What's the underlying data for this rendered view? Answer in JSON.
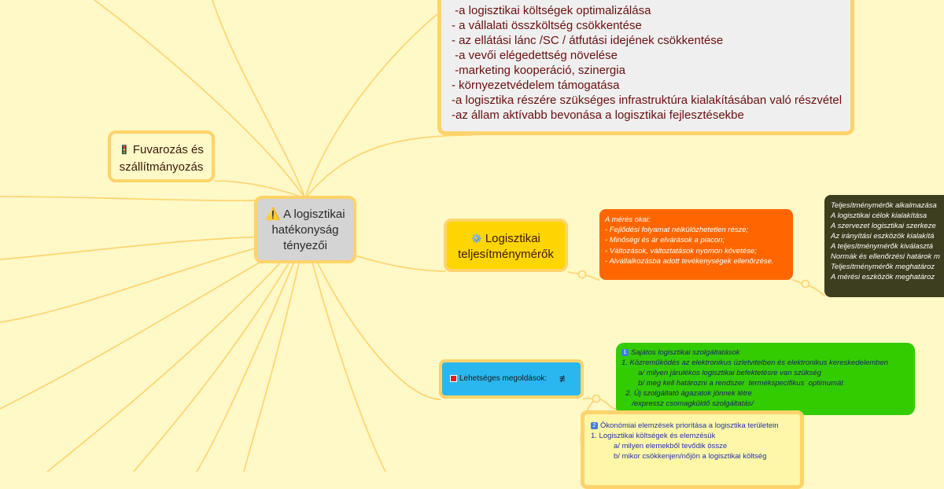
{
  "central": {
    "icon": "warning-icon",
    "lines": [
      "A logisztikai",
      "hatékonyság",
      "tényezői"
    ]
  },
  "fuvarozas": {
    "icon": "traffic-light-icon",
    "lines": [
      "Fuvarozás és",
      "szállítmányozás"
    ]
  },
  "goals": {
    "lines": [
      " -a logisztikai költségek optimalizálása",
      "- a vállalati összköltség csökkentése",
      "- az ellátási lánc /SC / átfutási idejének csökkentése",
      " -a vevői elégedettség növelése",
      " -marketing kooperáció, szinergia",
      "- környezetvédelem támogatása",
      "-a logisztika részére szükséges infrastruktúra kialakításában való részvétel",
      "-az állam aktívabb bevonása a logisztikai fejlesztésekbe"
    ]
  },
  "teljesitmenymerok": {
    "icon": "gear-icon",
    "lines": [
      "Logisztikai",
      "teljesítménymérők"
    ]
  },
  "meres_okai": {
    "lines": [
      "A mérés okai:",
      "",
      "- Fejlődési folyamat nélkülözhetetlen része;",
      "- Minőségi és ár elvárások a piacon;",
      "- Változások, változtatások nyomon követése;",
      "- Alvállalkozásba adott tevékenységek ellenőrzése."
    ]
  },
  "alkalmazas": {
    "lines": [
      "Teljesítménymérők alkalmazása",
      "",
      "A logisztikai célok kialakítása",
      "A szervezet logisztikai szerkeze",
      "Az irányítási eszközök kialakítá",
      "A teljesítménymérők kiválasztá",
      "Normák és ellenőrzési határok m",
      "Teljesítménymérők meghatároz",
      "A mérési eszközök meghatároz"
    ]
  },
  "lehetseges": {
    "label": "Lehetséges megoldások:",
    "icon": "note-icon"
  },
  "sajatos": {
    "lines": [
      "Sajátos logisztikai szolgáltatások",
      "1. Közreműködés az elektronikus üzletvitelben és elektronikus kereskedelemben",
      "        a/ milyen járulékos logisztikai befektetésre van szükség",
      "        b/ meg kell határozni a rendszer  termékspecifikus  optimumát",
      "  2. Új szolgáltató ágazatok jönnek létre",
      "     /expressz csomagküldő szolgáltatás/"
    ],
    "badge": "1"
  },
  "okonomiai": {
    "lines": [
      "Ökonómiai elemzések prioritása a logisztika területein",
      "",
      "1. Logisztikai költségek és elemzésük",
      "           a/ milyen elemekből tevődik össze",
      "           b/ mikor csökkenjen/nőjön a logisztikai költség"
    ],
    "badge": "2"
  },
  "colors": {
    "background": "#fff8c7",
    "branch": "#ffd36b",
    "accent_orange": "#ff6600",
    "accent_green": "#33cc00",
    "accent_blue": "#2ab7f0"
  }
}
